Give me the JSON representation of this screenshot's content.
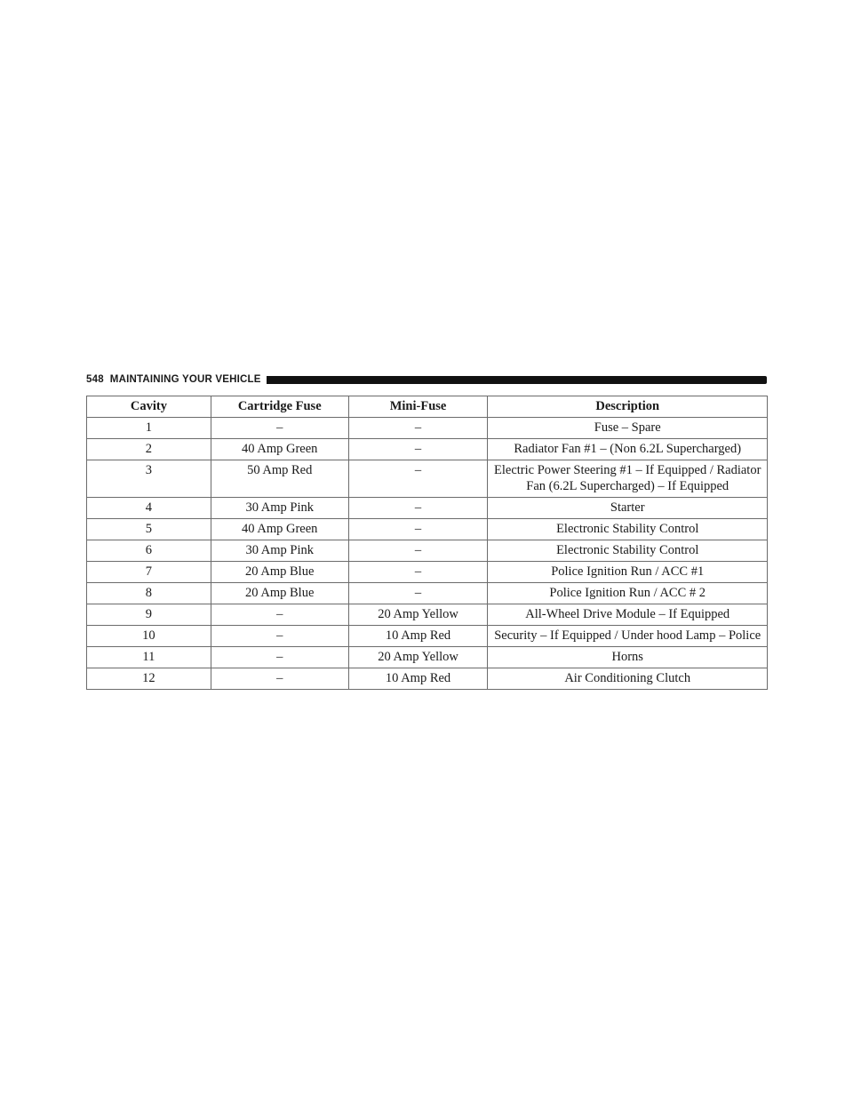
{
  "header": {
    "page_number": "548",
    "section_title": "MAINTAINING YOUR VEHICLE"
  },
  "table": {
    "columns": [
      "Cavity",
      "Cartridge Fuse",
      "Mini-Fuse",
      "Description"
    ],
    "rows": [
      [
        "1",
        "–",
        "–",
        "Fuse – Spare"
      ],
      [
        "2",
        "40 Amp Green",
        "–",
        "Radiator Fan #1 – (Non 6.2L Supercharged)"
      ],
      [
        "3",
        "50 Amp Red",
        "–",
        "Electric Power Steering #1 – If Equipped / Radiator Fan (6.2L Supercharged) – If Equipped"
      ],
      [
        "4",
        "30 Amp Pink",
        "–",
        "Starter"
      ],
      [
        "5",
        "40 Amp Green",
        "–",
        "Electronic Stability Control"
      ],
      [
        "6",
        "30 Amp Pink",
        "–",
        "Electronic Stability Control"
      ],
      [
        "7",
        "20 Amp Blue",
        "–",
        "Police Ignition Run / ACC #1"
      ],
      [
        "8",
        "20 Amp Blue",
        "–",
        "Police Ignition Run / ACC # 2"
      ],
      [
        "9",
        "–",
        "20 Amp Yellow",
        "All-Wheel Drive Module – If Equipped"
      ],
      [
        "10",
        "–",
        "10 Amp Red",
        "Security – If Equipped / Under hood Lamp – Police"
      ],
      [
        "11",
        "–",
        "20 Amp Yellow",
        "Horns"
      ],
      [
        "12",
        "–",
        "10 Amp Red",
        "Air Conditioning Clutch"
      ]
    ]
  }
}
